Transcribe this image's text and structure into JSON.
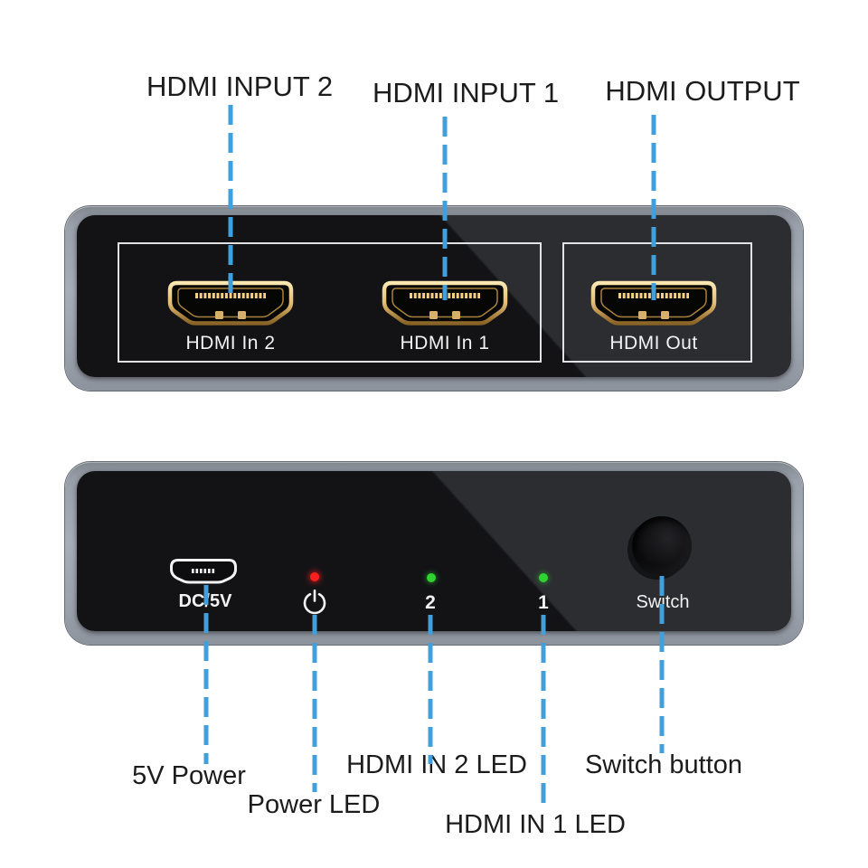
{
  "colors": {
    "leader_line": "#419fdb",
    "label_text": "#1c1c1c",
    "device_face": "#131316",
    "face_reflection": "#2c2d31",
    "panel_text": "#f2f2f2",
    "power_led": "#ff1f1f",
    "input_led": "#2fd32f",
    "hdmi_gold": "#e3bc72"
  },
  "top_annotations": [
    {
      "label": "HDMI INPUT 2"
    },
    {
      "label": "HDMI INPUT 1"
    },
    {
      "label": "HDMI OUTPUT"
    }
  ],
  "rear_panel": {
    "ports": [
      {
        "label": "HDMI In 2"
      },
      {
        "label": "HDMI In 1"
      },
      {
        "label": "HDMI Out"
      }
    ]
  },
  "front_panel": {
    "power_port_label": "DC/5V",
    "input2_led_label": "2",
    "input1_led_label": "1",
    "switch_label": "Switch"
  },
  "bottom_annotations": [
    {
      "label": "5V Power"
    },
    {
      "label": "Power LED"
    },
    {
      "label": "HDMI IN 2 LED"
    },
    {
      "label": "HDMI IN 1 LED"
    },
    {
      "label": "Switch button"
    }
  ]
}
